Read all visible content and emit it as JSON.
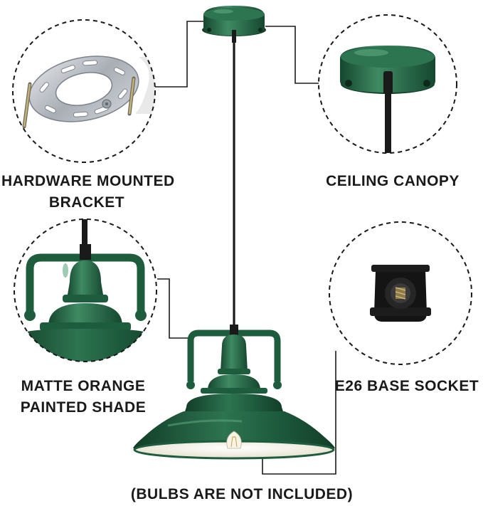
{
  "labels": {
    "hardware_line1": "HARDWARE MOUNTED",
    "hardware_line2": "BRACKET",
    "canopy": "CEILING CANOPY",
    "shade_line1": "MATTE ORANGE",
    "shade_line2": "PAINTED SHADE",
    "socket": "E26 BASE SOCKET",
    "footer": "(BULBS ARE NOT INCLUDED)"
  },
  "colors": {
    "lamp_green": "#1e5c3e",
    "lamp_green_dark": "#123d28",
    "lamp_green_light": "#3f8a63",
    "interior_cream": "#f1eedf",
    "cord": "#1a1a1a",
    "text": "#1a1a1a",
    "bracket_metal": "#b8bcc2"
  },
  "icons": {
    "bracket_detail": "mounting-bracket-icon",
    "canopy_detail": "ceiling-canopy-icon",
    "shade_detail": "lamp-shade-icon",
    "socket_detail": "e26-socket-icon",
    "main_product": "pendant-lamp-icon"
  }
}
